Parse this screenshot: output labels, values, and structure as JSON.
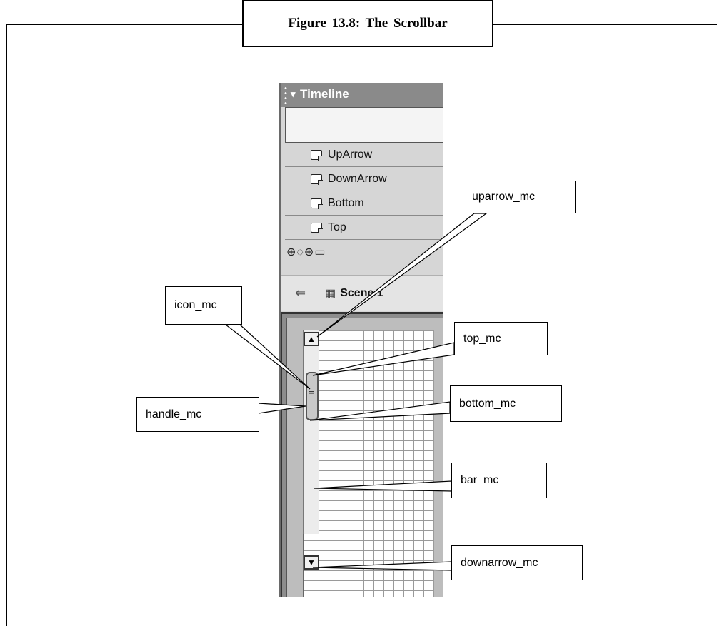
{
  "figure": {
    "caption": "Figure 13.8: The Scrollbar"
  },
  "timeline": {
    "title": "Timeline",
    "collapse_arrow": "▾",
    "layers": [
      {
        "label": "UpArrow"
      },
      {
        "label": "DownArrow"
      },
      {
        "label": "Bottom"
      },
      {
        "label": "Top"
      }
    ],
    "tool_icons": "⊕◌⊕▭",
    "scene_label": "Scene 1",
    "back_arrow": "⇐",
    "scene_icon": "clapper-icon"
  },
  "scrollbar": {
    "up_glyph": "▲",
    "down_glyph": "▼",
    "handle_glyph": "≡"
  },
  "callouts": {
    "uparrow": "uparrow_mc",
    "icon": "icon_mc",
    "top": "top_mc",
    "handle": "handle_mc",
    "bottom": "bottom_mc",
    "bar": "bar_mc",
    "downarrow": "downarrow_mc"
  }
}
